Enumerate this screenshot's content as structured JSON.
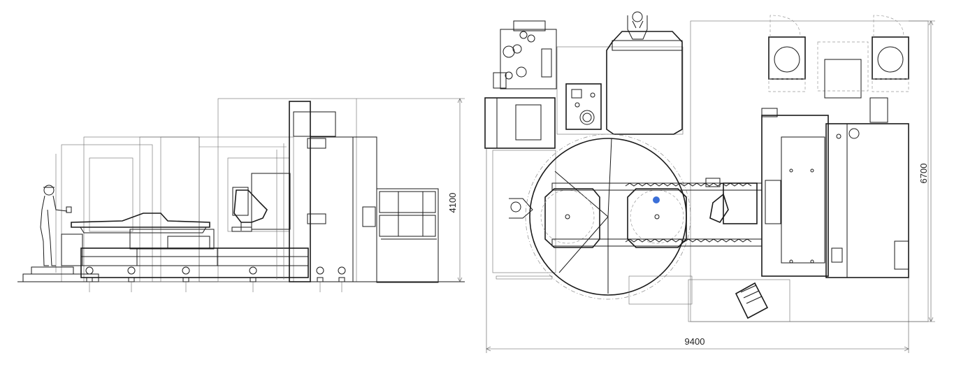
{
  "dimensions": {
    "height": "4100",
    "depth": "6700",
    "width": "9400"
  },
  "colors": {
    "line": "#1a1a1a",
    "accent": "#3b6fd8"
  },
  "icons": {
    "operator_side": "person-icon",
    "operator_top": "person-topview-icon"
  }
}
